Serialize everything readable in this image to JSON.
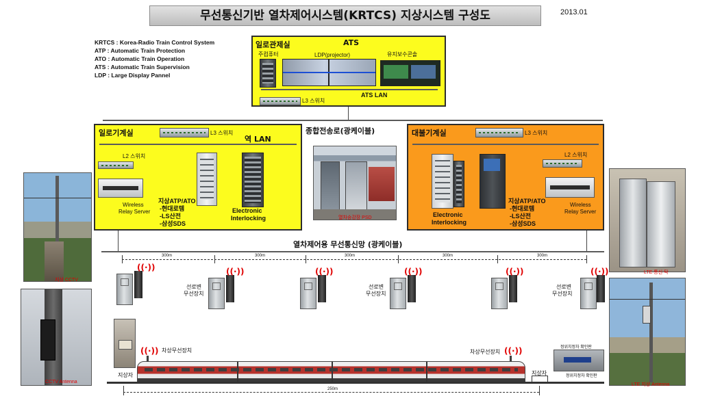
{
  "title": "무선통신기반 열차제어시스템(KRTCS) 지상시스템 구성도",
  "date": "2013.01",
  "legend": [
    "KRTCS : Korea-Radio Train Control System",
    "ATP : Automatic Train Protection",
    "ATO : Automatic Train Operation",
    "ATS : Automatic Train Supervision",
    "LDP : Large Display Pannel"
  ],
  "ats_box": {
    "room": "일로관제실",
    "title": "ATS",
    "computer": "주컴퓨터",
    "ldp": "LDP(projector)",
    "maintenance": "유지보수콘솔",
    "lan": "ATS LAN",
    "l3": "L3 스위치"
  },
  "left_box": {
    "room": "일로기계실",
    "l3": "L3 스위치",
    "lan": "역 LAN",
    "l2": "L2 스위치",
    "server": [
      "Wireless",
      "Relay Server"
    ],
    "atp": [
      "지상ATP/ATO",
      "-현대로템",
      "-LS산전",
      "-삼성SDS"
    ],
    "interlocking": [
      "Electronic",
      "Interlocking"
    ]
  },
  "right_box": {
    "room": "대불기계실",
    "l3": "L3 스위치",
    "l2": "L2 스위치",
    "server": [
      "Wireless",
      "Relay Server"
    ],
    "atp": [
      "지상ATP/ATO",
      "-현대로템",
      "-LS산전",
      "-삼성SDS"
    ],
    "interlocking": [
      "Electronic",
      "Interlocking"
    ]
  },
  "backbone": "종합전송로(광케이블)",
  "psd_caption": "열차승강장 PSD",
  "radio_network": "열차제어용 무선통신망 (광케이블)",
  "distances": [
    "300m",
    "300m",
    "300m",
    "300m",
    "300m"
  ],
  "trackside_label": [
    "선로변",
    "무선장치"
  ],
  "onboard_label": "차상무선장치",
  "ground_child": "지상자",
  "train_length": "250m",
  "signal_check": "정위치정차 확인판",
  "photos": {
    "left_top": "지상 CCTV",
    "left_bottom": "CCTV Antenna",
    "right_top": "LTE 통신 탁",
    "right_bottom": "LTE 지상 Antenna"
  },
  "colors": {
    "yellow": "#fcfc1e",
    "orange": "#fa9a1c",
    "red_caption": "#e00000"
  }
}
